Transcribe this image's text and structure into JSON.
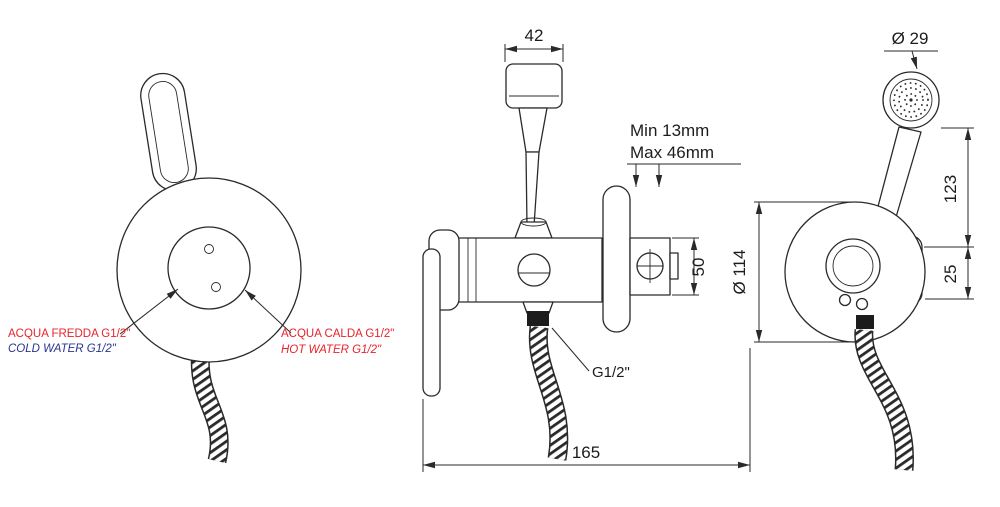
{
  "drawing": {
    "annotations": {
      "cold_label_it": "ACQUA FREDDA G1/2\"",
      "cold_label_en": "COLD WATER G1/2\"",
      "hot_label_it": "ACQUA CALDA G1/2\"",
      "hot_label_en": "HOT WATER G1/2\"",
      "thread_label": "G1/2\"",
      "min_depth": "Min 13mm",
      "max_depth": "Max 46mm"
    },
    "dimensions": {
      "head_width_mm": "42",
      "head_diameter": "Ø 29",
      "outlet_height_mm": "50",
      "plate_diameter": "Ø 114",
      "height_mm": "123",
      "offset_mm": "25",
      "depth_mm": "165"
    },
    "colors": {
      "line": "#2a2a2a",
      "red": "#e8232a",
      "blue": "#2b3490"
    }
  }
}
